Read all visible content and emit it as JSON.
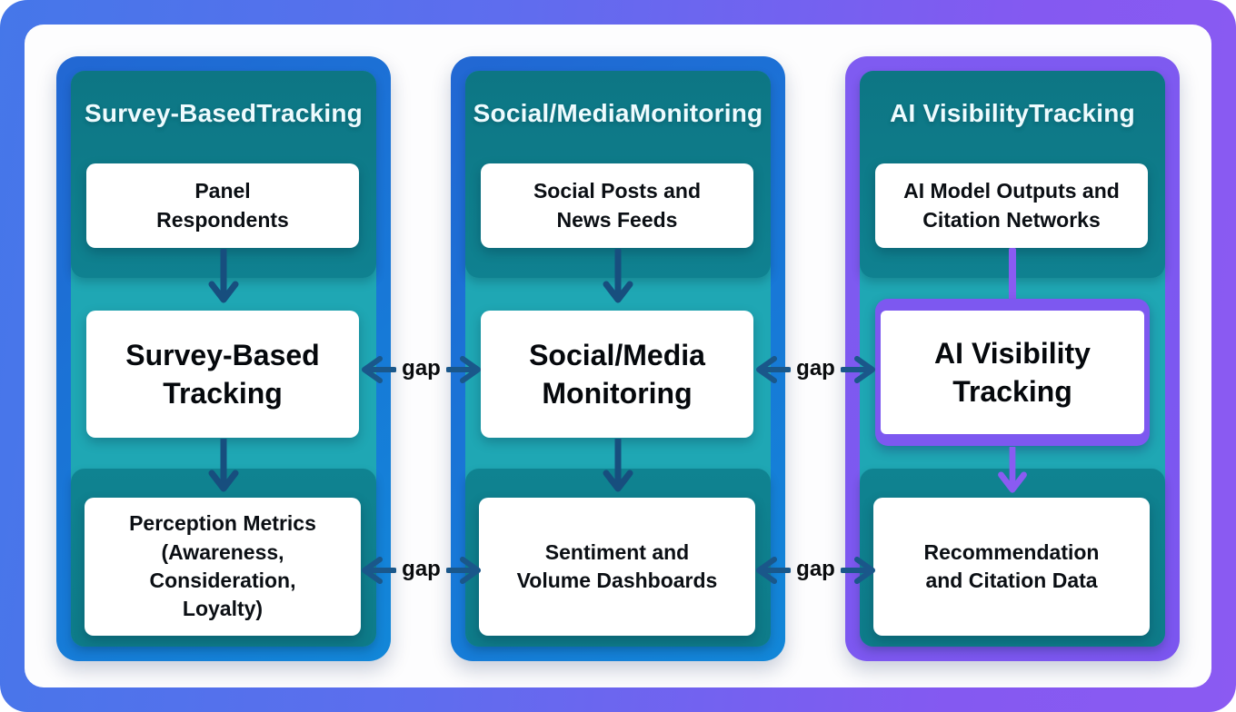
{
  "diagram": {
    "gap_label": "gap",
    "colors": {
      "frame_gradient_start": "#4577e9",
      "frame_gradient_end": "#8b5af2",
      "column_blue": "#1877d7",
      "column_purple": "#7d58f0",
      "panel_dark_teal": "#0e7d8b",
      "panel_light_teal": "#1fa7b4",
      "arrow_navy": "#174e7e",
      "arrow_purple": "#8a5bf2",
      "box_background": "#ffffff",
      "box_text": "#0b0f14",
      "header_text": "#eefbfe"
    },
    "columns": [
      {
        "name": "Survey-Based Tracking",
        "header_lines": [
          "Survey-Based",
          "Tracking"
        ],
        "source_lines": [
          "Panel",
          "Respondents"
        ],
        "method_lines": [
          "Survey-Based",
          "Tracking"
        ],
        "output_lines": [
          "Perception Metrics",
          "(Awareness,",
          "Consideration,",
          "Loyalty)"
        ]
      },
      {
        "name": "Social/Media Monitoring",
        "header_lines": [
          "Social/Media",
          "Monitoring"
        ],
        "source_lines": [
          "Social Posts and",
          "News Feeds"
        ],
        "method_lines": [
          "Social/Media",
          "Monitoring"
        ],
        "output_lines": [
          "Sentiment and",
          "Volume Dashboards"
        ]
      },
      {
        "name": "AI Visibility Tracking",
        "header_lines": [
          "AI Visibility",
          "Tracking"
        ],
        "source_lines": [
          "AI Model Outputs and",
          "Citation Networks"
        ],
        "method_lines": [
          "AI Visibility",
          "Tracking"
        ],
        "output_lines": [
          "Recommendation",
          "and Citation Data"
        ]
      }
    ]
  }
}
